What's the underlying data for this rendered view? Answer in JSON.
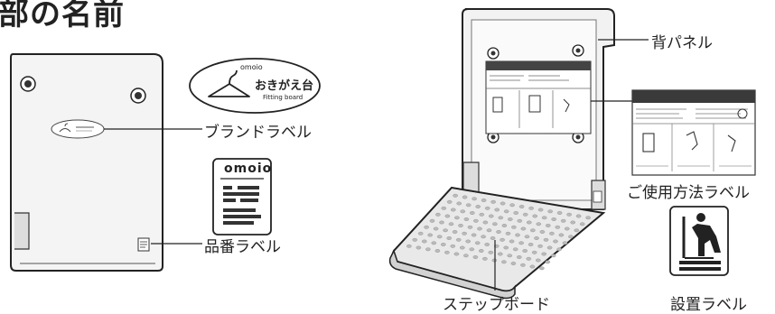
{
  "page": {
    "title": "部の名前"
  },
  "brand_badge": {
    "small_brand": "omoio",
    "product_name": "おきがえ台",
    "product_sub": "Fitting board"
  },
  "item_label_card": {
    "brand": "omoio"
  },
  "labels": {
    "brand_label": "ブランドラベル",
    "item_number_label": "品番ラベル",
    "back_panel": "背パネル",
    "usage_label": "ご使用方法ラベル",
    "step_board": "ステップボード",
    "install_label": "設置ラベル"
  }
}
